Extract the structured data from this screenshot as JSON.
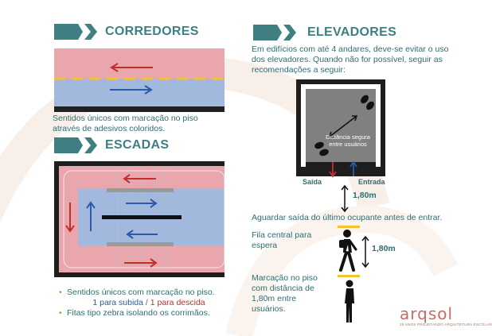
{
  "corredores": {
    "title": "CORREDORES",
    "caption": "Sentidos únicos com marcação no piso através de adesivos coloridos."
  },
  "escadas": {
    "title": "ESCADAS",
    "bullet1": "Sentidos únicos com marcação no piso.",
    "up_text": "1 para subida",
    "slash": " / ",
    "down_text": "1 para descida",
    "bullet2": "Fitas tipo zebra isolando os corrimãos."
  },
  "elevadores": {
    "title": "ELEVADORES",
    "intro": "Em edifícios com até 4 andares, deve-se evitar o uso dos elevadores. Quando não for possível, seguir as recomendações a seguir:",
    "distance_label": "Distância segura entre usuários",
    "exit_label": "Saída",
    "entry_label": "Entrada",
    "gap_label": "1,80m",
    "wait_text": "Aguardar saída do último ocupante antes de entrar.",
    "queue_text": "Fila central para espera",
    "queue_gap_label": "1,80m",
    "floor_mark_text": "Marcação no piso com distância de 1,80m entre usuários."
  },
  "logo": {
    "name": "arqsol",
    "tagline": "25 ANOS PROJETANDO ARQUITETURA ESCOLAR"
  },
  "colors": {
    "teal": "#3f7f82",
    "text": "#2f6d70",
    "red_lane": "#e9a7ad",
    "blue_lane": "#a3b8dd",
    "arrow_red": "#c0302a",
    "arrow_blue": "#2a5aa8",
    "yellow": "#f5c22b"
  }
}
